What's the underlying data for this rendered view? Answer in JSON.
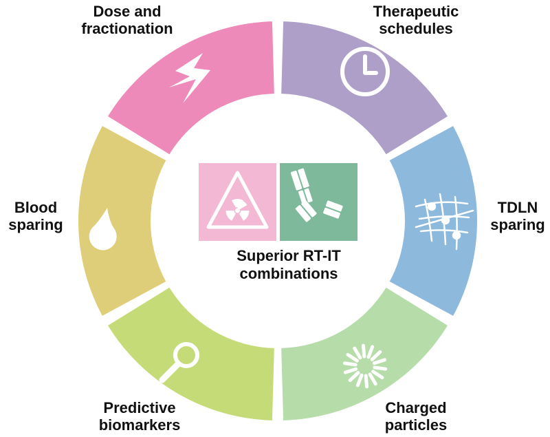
{
  "segments": [
    {
      "id": "dose-and-fractionation",
      "lines": [
        "Dose and",
        "fractionation"
      ],
      "color": "#EE8ABA",
      "icon": "lightning-bolt-icon"
    },
    {
      "id": "therapeutic-schedules",
      "lines": [
        "Therapeutic",
        "schedules"
      ],
      "color": "#AE9FC9",
      "icon": "clock-icon"
    },
    {
      "id": "tdln-sparing",
      "lines": [
        "TDLN",
        "sparing"
      ],
      "color": "#8DB9DD",
      "icon": "lymph-network-icon"
    },
    {
      "id": "charged-particles",
      "lines": [
        "Charged",
        "particles"
      ],
      "color": "#B5DCA9",
      "icon": "particle-burst-icon"
    },
    {
      "id": "predictive-biomarkers",
      "lines": [
        "Predictive",
        "biomarkers"
      ],
      "color": "#C5DB78",
      "icon": "magnifier-icon"
    },
    {
      "id": "blood-sparing",
      "lines": [
        "Blood",
        "sparing"
      ],
      "color": "#DFCE79",
      "icon": "blood-drop-icon"
    }
  ],
  "center": {
    "lines": [
      "Superior RT-IT",
      "combinations"
    ],
    "radiation_tile_color": "#F3B8D4",
    "antibody_tile_color": "#7DB99A",
    "radiation_icon": "radiation-warning-icon",
    "antibody_icon": "antibody-icon"
  }
}
